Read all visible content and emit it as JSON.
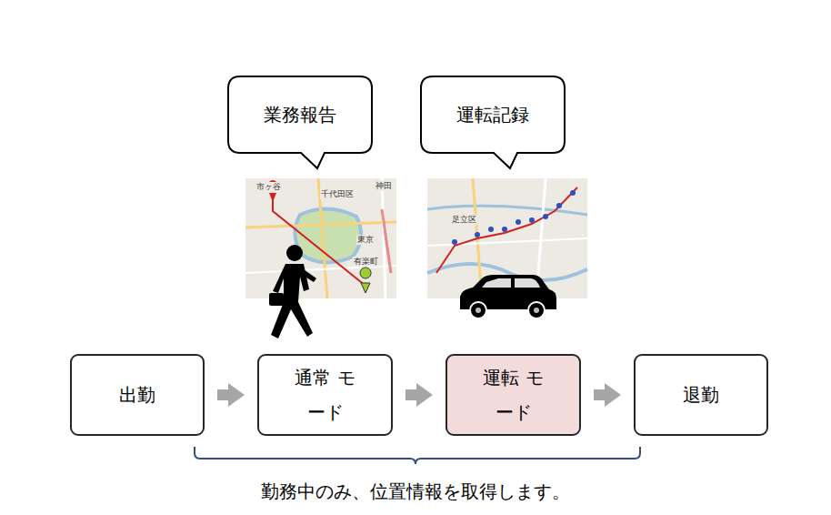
{
  "diagram": {
    "caption": "勤務中のみ、位置情報を取得します。",
    "nodes": [
      {
        "text": [
          "業務報告"
        ]
      },
      {
        "text": [
          "運転記録"
        ]
      },
      {
        "text": [
          "出勤"
        ]
      },
      {
        "text": [
          "通常 モード"
        ]
      },
      {
        "text": [
          "運転 モード"
        ]
      },
      {
        "text": [
          "退勤"
        ]
      }
    ],
    "edges": [
      {
        "from": 2,
        "to": 3,
        "arrow": "to"
      },
      {
        "from": 3,
        "to": 4,
        "arrow": "to"
      },
      {
        "from": 4,
        "to": 5,
        "arrow": "to"
      }
    ],
    "labels": [
      "市ヶ谷",
      "千代田区",
      "神田",
      "東京",
      "有楽町",
      "足立区"
    ]
  }
}
